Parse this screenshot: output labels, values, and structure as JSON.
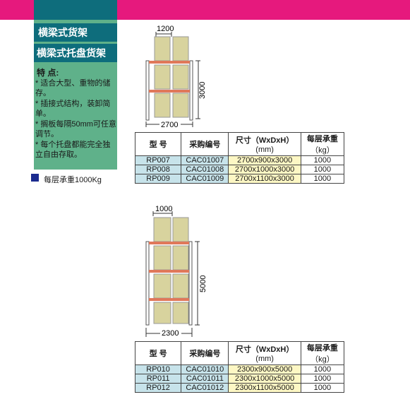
{
  "sidebar": {
    "title_main": "横梁式货架",
    "title_sub": "横梁式托盘货架",
    "features_label": "特 点:",
    "features": [
      "* 适合大型、重物的储存。",
      "* 插接式结构，装卸简单。",
      "* 搁板每隔50mm可任意调节。",
      "* 每个托盘都能完全独立自由存取。"
    ]
  },
  "legend": {
    "label": "每层承重1000Kg",
    "color": "#1b2b8f"
  },
  "colors": {
    "brand_pink": "#e6197d",
    "teal": "#0e6d7c",
    "green": "#5fb18a",
    "pallet": "#d8d39e",
    "beam": "#e0785a"
  },
  "rack1": {
    "width_label": "2700",
    "height_label": "3000",
    "depth_label": "1200"
  },
  "rack2": {
    "width_label": "2300",
    "height_label": "5000",
    "depth_label": "1000"
  },
  "table_headers": {
    "model": "型 号",
    "code": "采购编号",
    "size": "尺寸（WxDxH）",
    "size_unit": "(mm)",
    "load": "每层承重",
    "load_unit": "（kg）"
  },
  "table1": [
    [
      "RP007",
      "CAC01007",
      "2700x900x3000",
      "1000"
    ],
    [
      "RP008",
      "CAC01008",
      "2700x1000x3000",
      "1000"
    ],
    [
      "RP009",
      "CAC01009",
      "2700x1100x3000",
      "1000"
    ]
  ],
  "table2": [
    [
      "RP010",
      "CAC01010",
      "2300x900x5000",
      "1000"
    ],
    [
      "RP011",
      "CAC01011",
      "2300x1000x5000",
      "1000"
    ],
    [
      "RP012",
      "CAC01012",
      "2300x1100x5000",
      "1000"
    ]
  ]
}
